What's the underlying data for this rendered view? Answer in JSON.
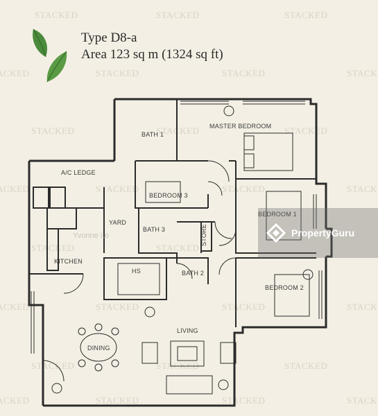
{
  "header": {
    "type_label": "Type D8-a",
    "area_label": "Area 123 sq m (1324 sq ft)"
  },
  "watermark": "STACKED",
  "rooms": {
    "bath1": "BATH 1",
    "master": "MASTER BEDROOM",
    "ac_ledge": "A/C LEDGE",
    "bedroom3": "BEDROOM 3",
    "yard": "YARD",
    "bath3": "BATH 3",
    "store": "STORE",
    "bedroom1": "BEDROOM 1",
    "kitchen": "KITCHEN",
    "hs": "HS",
    "bath2": "BATH 2",
    "bedroom2": "BEDROOM 2",
    "living": "LIVING",
    "dining": "DINING"
  },
  "signature": "Yvonne Lo",
  "badge": "PropertyGuru",
  "colors": {
    "background": "#f3efe4",
    "wall": "#2b2b2b",
    "leaf": "#4a8a3a"
  }
}
